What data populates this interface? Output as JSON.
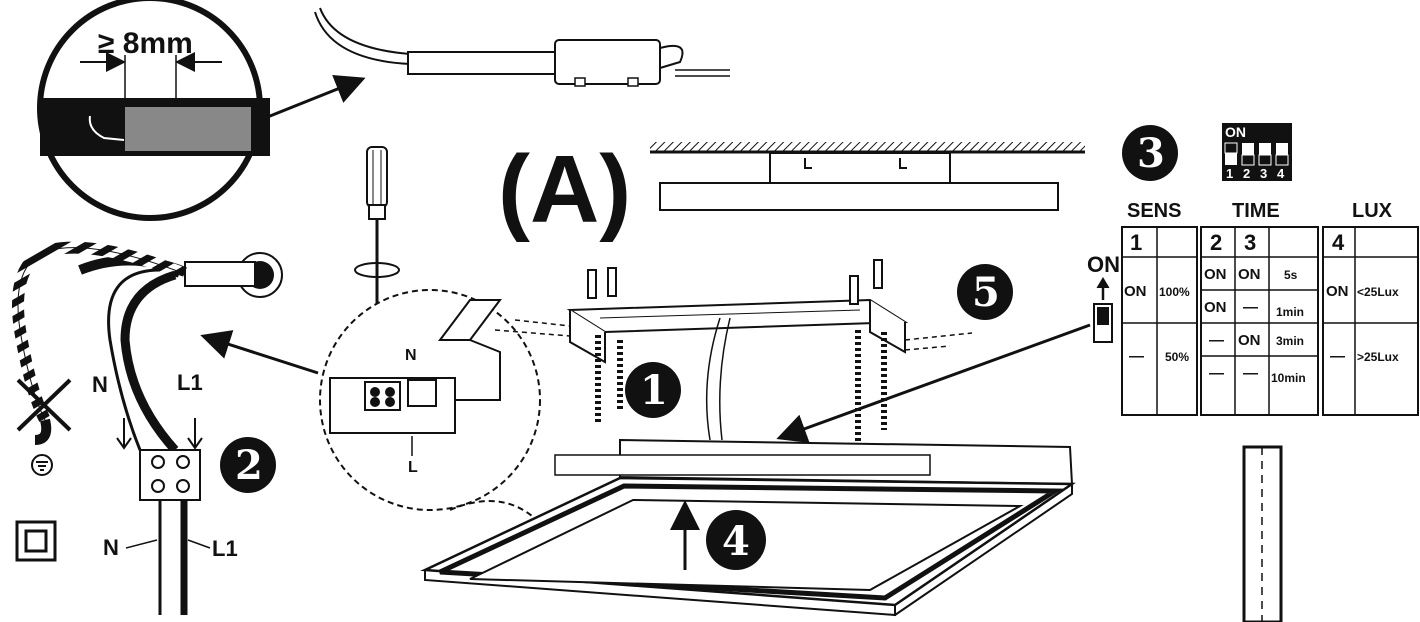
{
  "callout": {
    "gap_label": "≥ 8mm"
  },
  "figure": {
    "label": "(A)"
  },
  "steps": {
    "s1": "1",
    "s2": "2",
    "s3": "3",
    "s4": "4",
    "s5": "5"
  },
  "wiring": {
    "neutral": "N",
    "live": "L1",
    "neutral_lower": "N",
    "live_lower": "L1",
    "terminal_n": "N",
    "terminal_l": "L"
  },
  "dip": {
    "on_label": "ON",
    "numbers": [
      "1",
      "2",
      "3",
      "4"
    ]
  },
  "switch_table": {
    "on_label": "ON",
    "sens": {
      "header": "SENS",
      "col": "1",
      "rows": [
        {
          "state": "ON",
          "value": "100%"
        },
        {
          "state": "—",
          "value": "50%"
        }
      ]
    },
    "time": {
      "header": "TIME",
      "cols": [
        "2",
        "3"
      ],
      "rows": [
        {
          "s2": "ON",
          "s3": "ON",
          "value": "5s"
        },
        {
          "s2": "ON",
          "s3": "—",
          "value": "1min"
        },
        {
          "s2": "—",
          "s3": "ON",
          "value": "3min"
        },
        {
          "s2": "—",
          "s3": "—",
          "value": "10min"
        }
      ]
    },
    "lux": {
      "header": "LUX",
      "col": "4",
      "rows": [
        {
          "state": "ON",
          "value": "<25Lux"
        },
        {
          "state": "—",
          "value": ">25Lux"
        }
      ]
    }
  }
}
